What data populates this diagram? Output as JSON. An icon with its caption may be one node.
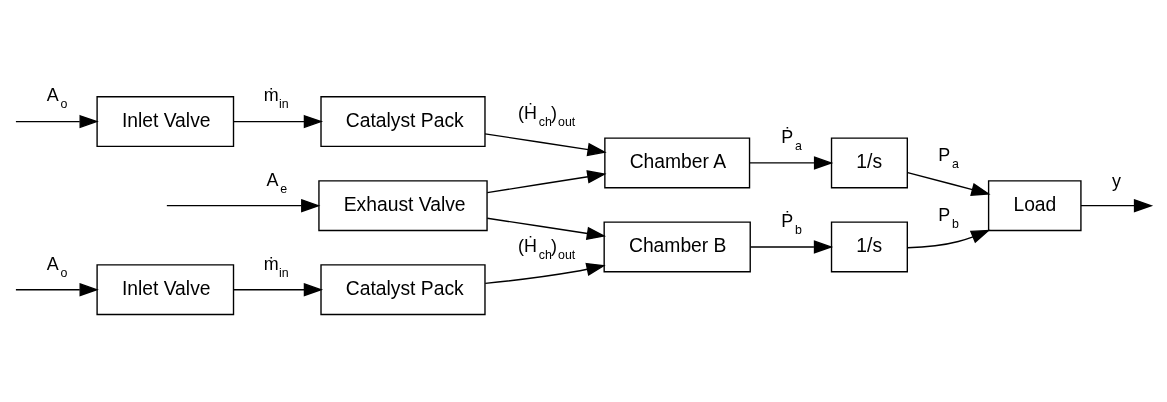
{
  "diagram": {
    "nodes": [
      {
        "text": [
          "Inlet Valve"
        ]
      },
      {
        "text": [
          "Catalyst Pack"
        ]
      },
      {
        "text": [
          "Exhaust Valve"
        ]
      },
      {
        "text": [
          "Chamber A"
        ]
      },
      {
        "text": [
          "Chamber B"
        ]
      },
      {
        "text": [
          "1/s"
        ]
      },
      {
        "text": [
          "1/s"
        ]
      },
      {
        "text": [
          "Load"
        ]
      },
      {
        "text": [
          "Inlet Valve"
        ]
      },
      {
        "text": [
          "Catalyst Pack"
        ]
      }
    ],
    "edges": [
      {
        "from": null,
        "to": 0,
        "arrow": "to",
        "label": "A$_{o}$"
      },
      {
        "from": 0,
        "to": 1,
        "arrow": "to",
        "label": "ṁ$_{in}$"
      },
      {
        "from": 1,
        "to": 3,
        "arrow": "to",
        "label": "(Ḣ$_{ch}$)$_{out}$"
      },
      {
        "from": null,
        "to": 2,
        "arrow": "to",
        "label": "A$_{e}$"
      },
      {
        "from": 2,
        "to": 3,
        "arrow": "to"
      },
      {
        "from": 2,
        "to": 4,
        "arrow": "to"
      },
      {
        "from": null,
        "to": 8,
        "arrow": "to",
        "label": "A$_{o}$"
      },
      {
        "from": 8,
        "to": 9,
        "arrow": "to",
        "label": "ṁ$_{in}$"
      },
      {
        "from": 9,
        "to": 4,
        "arrow": "to",
        "label": "(Ḣ$_{ch}$)$_{out}$"
      },
      {
        "from": 3,
        "to": 5,
        "arrow": "to",
        "label": "Ṗ$_{a}$"
      },
      {
        "from": 4,
        "to": 6,
        "arrow": "to",
        "label": "Ṗ$_{b}$"
      },
      {
        "from": 5,
        "to": 7,
        "arrow": "to",
        "label": "P$_{a}$"
      },
      {
        "from": 6,
        "to": 7,
        "arrow": "to",
        "label": "P$_{b}$"
      },
      {
        "from": 7,
        "to": null,
        "arrow": "to",
        "label": "y"
      }
    ]
  }
}
